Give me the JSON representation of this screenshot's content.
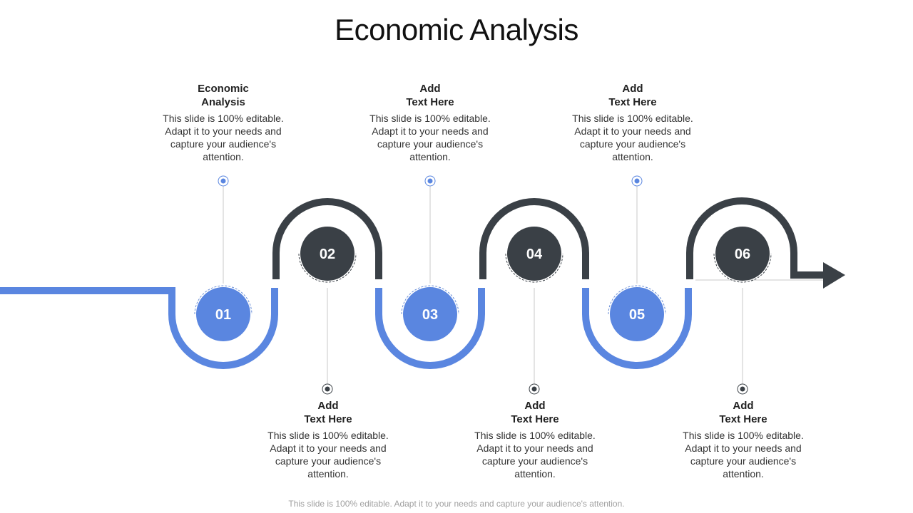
{
  "title": "Economic Analysis",
  "colors": {
    "blue": "#5a86e0",
    "dark": "#3a4046"
  },
  "steps": [
    {
      "number": "01",
      "heading": "Economic\nAnalysis",
      "body": "This slide is 100% editable. Adapt it to your needs and capture your audience's attention."
    },
    {
      "number": "02",
      "heading": "Add\nText Here",
      "body": "This slide is 100% editable. Adapt it to your needs and capture your audience's attention."
    },
    {
      "number": "03",
      "heading": "Add\nText Here",
      "body": "This slide is 100% editable. Adapt it to your needs and capture your audience's attention."
    },
    {
      "number": "04",
      "heading": "Add\nText Here",
      "body": "This slide is 100% editable. Adapt it to your needs and capture your audience's attention."
    },
    {
      "number": "05",
      "heading": "Add\nText Here",
      "body": "This slide is 100% editable. Adapt it to your needs and capture your audience's attention."
    },
    {
      "number": "06",
      "heading": "Add\nText Here",
      "body": "This slide is 100% editable. Adapt it to your needs and capture your audience's attention."
    }
  ],
  "footer": "This slide is 100% editable. Adapt it to your needs and capture your audience's attention."
}
